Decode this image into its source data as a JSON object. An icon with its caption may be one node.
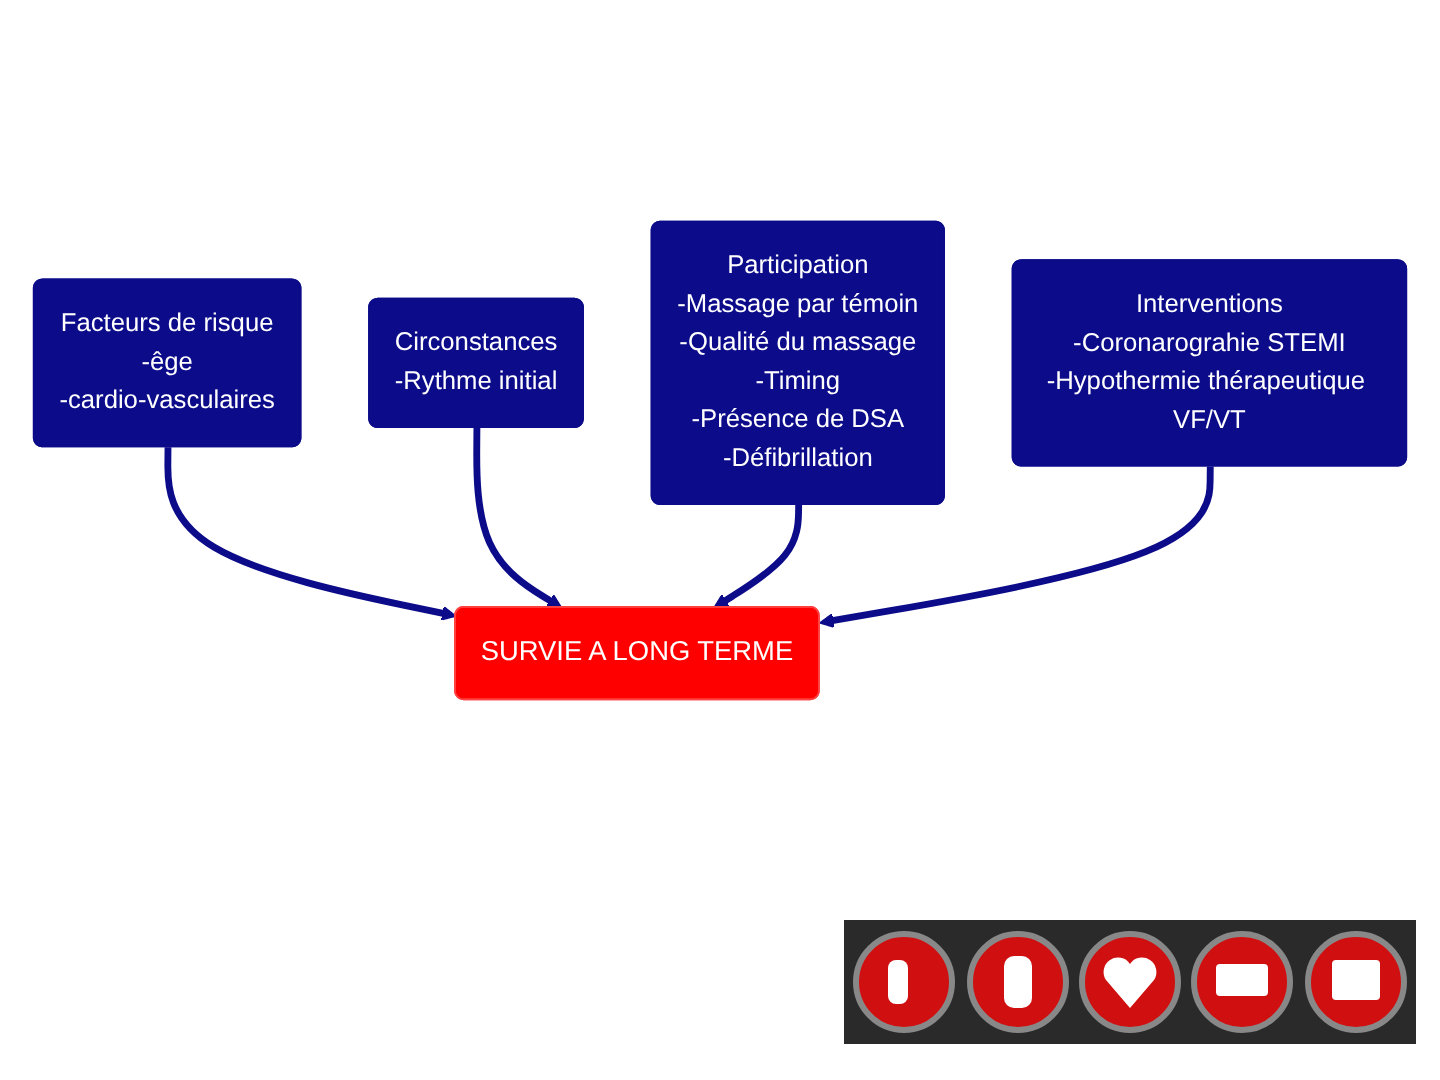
{
  "diagram": {
    "nodes": [
      {
        "text": [
          "Facteurs de risque",
          "-êge",
          "-cardio-vasculaires"
        ]
      },
      {
        "text": [
          "Circonstances",
          "-Rythme initial"
        ]
      },
      {
        "text": [
          "Participation",
          "-Massage par témoin",
          "-Qualité du massage",
          "-Timing",
          "-Présence de DSA",
          "-Défibrillation"
        ]
      },
      {
        "text": [
          "SURVIE A LONG TERME"
        ]
      },
      {
        "text": [
          "Interventions",
          "-Coronarograhie STEMI",
          "-Hypothermie thérapeutique VF/VT"
        ]
      }
    ],
    "edges": [
      {
        "from": 0,
        "to": 3,
        "arrow": "to"
      },
      {
        "from": 1,
        "to": 3,
        "arrow": "to"
      },
      {
        "from": 2,
        "to": 3,
        "arrow": "to"
      },
      {
        "from": 4,
        "to": 3,
        "arrow": "to"
      }
    ]
  }
}
